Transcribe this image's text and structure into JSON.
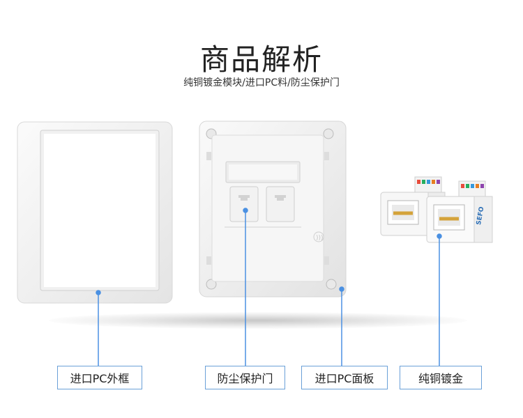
{
  "header": {
    "title": "商品解析",
    "subtitle": "纯铜镀金模块/进口PC料/防尘保护门"
  },
  "module_brand": "SEFO",
  "labels": {
    "frame": "进口PC外框",
    "dust_door": "防尘保护门",
    "panel": "进口PC面板",
    "gold": "纯铜镀金"
  },
  "colors": {
    "accent_line": "#4a90e2",
    "label_border": "#6aa0d8"
  }
}
